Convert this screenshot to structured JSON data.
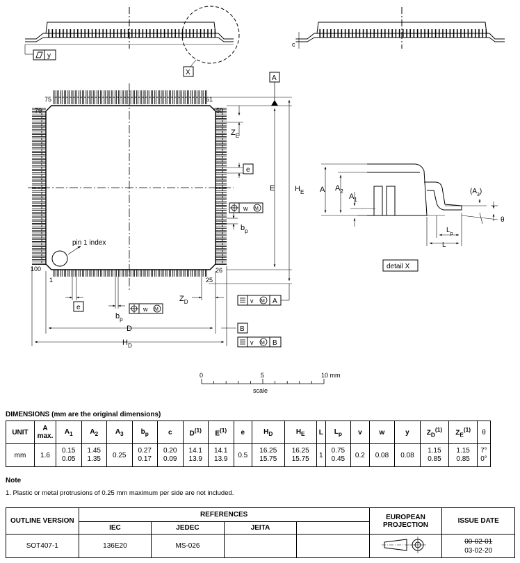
{
  "drawing": {
    "labels": {
      "flatness_tol": "y",
      "detail_ref": "X",
      "c": "c",
      "datum_a": "A",
      "datum_b": "B",
      "pin_75": "75",
      "pin_51": "51",
      "pin_76": "76",
      "pin_50": "50",
      "pin_100": "100",
      "pin_1": "1",
      "pin_26": "26",
      "pin_25": "25",
      "ze": "Z",
      "ze_sub": "E",
      "e": "e",
      "E": "E",
      "HE": "H",
      "HE_sub": "E",
      "w": "w",
      "M": "M",
      "bp": "b",
      "bp_sub": "p",
      "pin1_index": "pin 1  index",
      "zd": "Z",
      "zd_sub": "D",
      "v": "v",
      "D": "D",
      "HD": "H",
      "HD_sub": "D",
      "A": "A",
      "A2": "A",
      "A2_sub": "2",
      "A1": "A",
      "A1_sub": "1",
      "A3_open": "(A",
      "A3_sub": "3",
      "A3_close": ")",
      "theta": "θ",
      "Lp": "L",
      "Lp_sub": "p",
      "L": "L",
      "detail_x": "detail X"
    },
    "scale": {
      "ticks": [
        "0",
        "5",
        "10 mm"
      ],
      "caption": "scale"
    }
  },
  "dimensions": {
    "title": "DIMENSIONS (mm are the original dimensions)",
    "headers": [
      "UNIT",
      "A max.",
      "A1",
      "A2",
      "A3",
      "bp",
      "c",
      "D(1)",
      "E(1)",
      "e",
      "HD",
      "HE",
      "L",
      "Lp",
      "v",
      "w",
      "y",
      "ZD(1)",
      "ZE(1)",
      "θ"
    ],
    "row": {
      "unit": "mm",
      "A_max": "1.6",
      "A1": [
        "0.15",
        "0.05"
      ],
      "A2": [
        "1.45",
        "1.35"
      ],
      "A3": "0.25",
      "bp": [
        "0.27",
        "0.17"
      ],
      "c": [
        "0.20",
        "0.09"
      ],
      "D": [
        "14.1",
        "13.9"
      ],
      "E": [
        "14.1",
        "13.9"
      ],
      "e": "0.5",
      "HD": [
        "16.25",
        "15.75"
      ],
      "HE": [
        "16.25",
        "15.75"
      ],
      "L": "1",
      "Lp": [
        "0.75",
        "0.45"
      ],
      "v": "0.2",
      "w": "0.08",
      "y": "0.08",
      "ZD": [
        "1.15",
        "0.85"
      ],
      "ZE": [
        "1.15",
        "0.85"
      ],
      "theta": [
        "7°",
        "0°"
      ]
    }
  },
  "note": {
    "heading": "Note",
    "text": "1. Plastic or metal protrusions of 0.25 mm maximum per side are not included."
  },
  "references": {
    "outline_version_label": "OUTLINE VERSION",
    "references_label": "REFERENCES",
    "iec_label": "IEC",
    "jedec_label": "JEDEC",
    "jeita_label": "JEITA",
    "european_projection_label": "EUROPEAN PROJECTION",
    "issue_date_label": "ISSUE DATE",
    "outline_version": "SOT407-1",
    "iec": "136E20",
    "jedec": "MS-026",
    "jeita": "",
    "issue_date_old": "00-02-01",
    "issue_date": "03-02-20"
  }
}
